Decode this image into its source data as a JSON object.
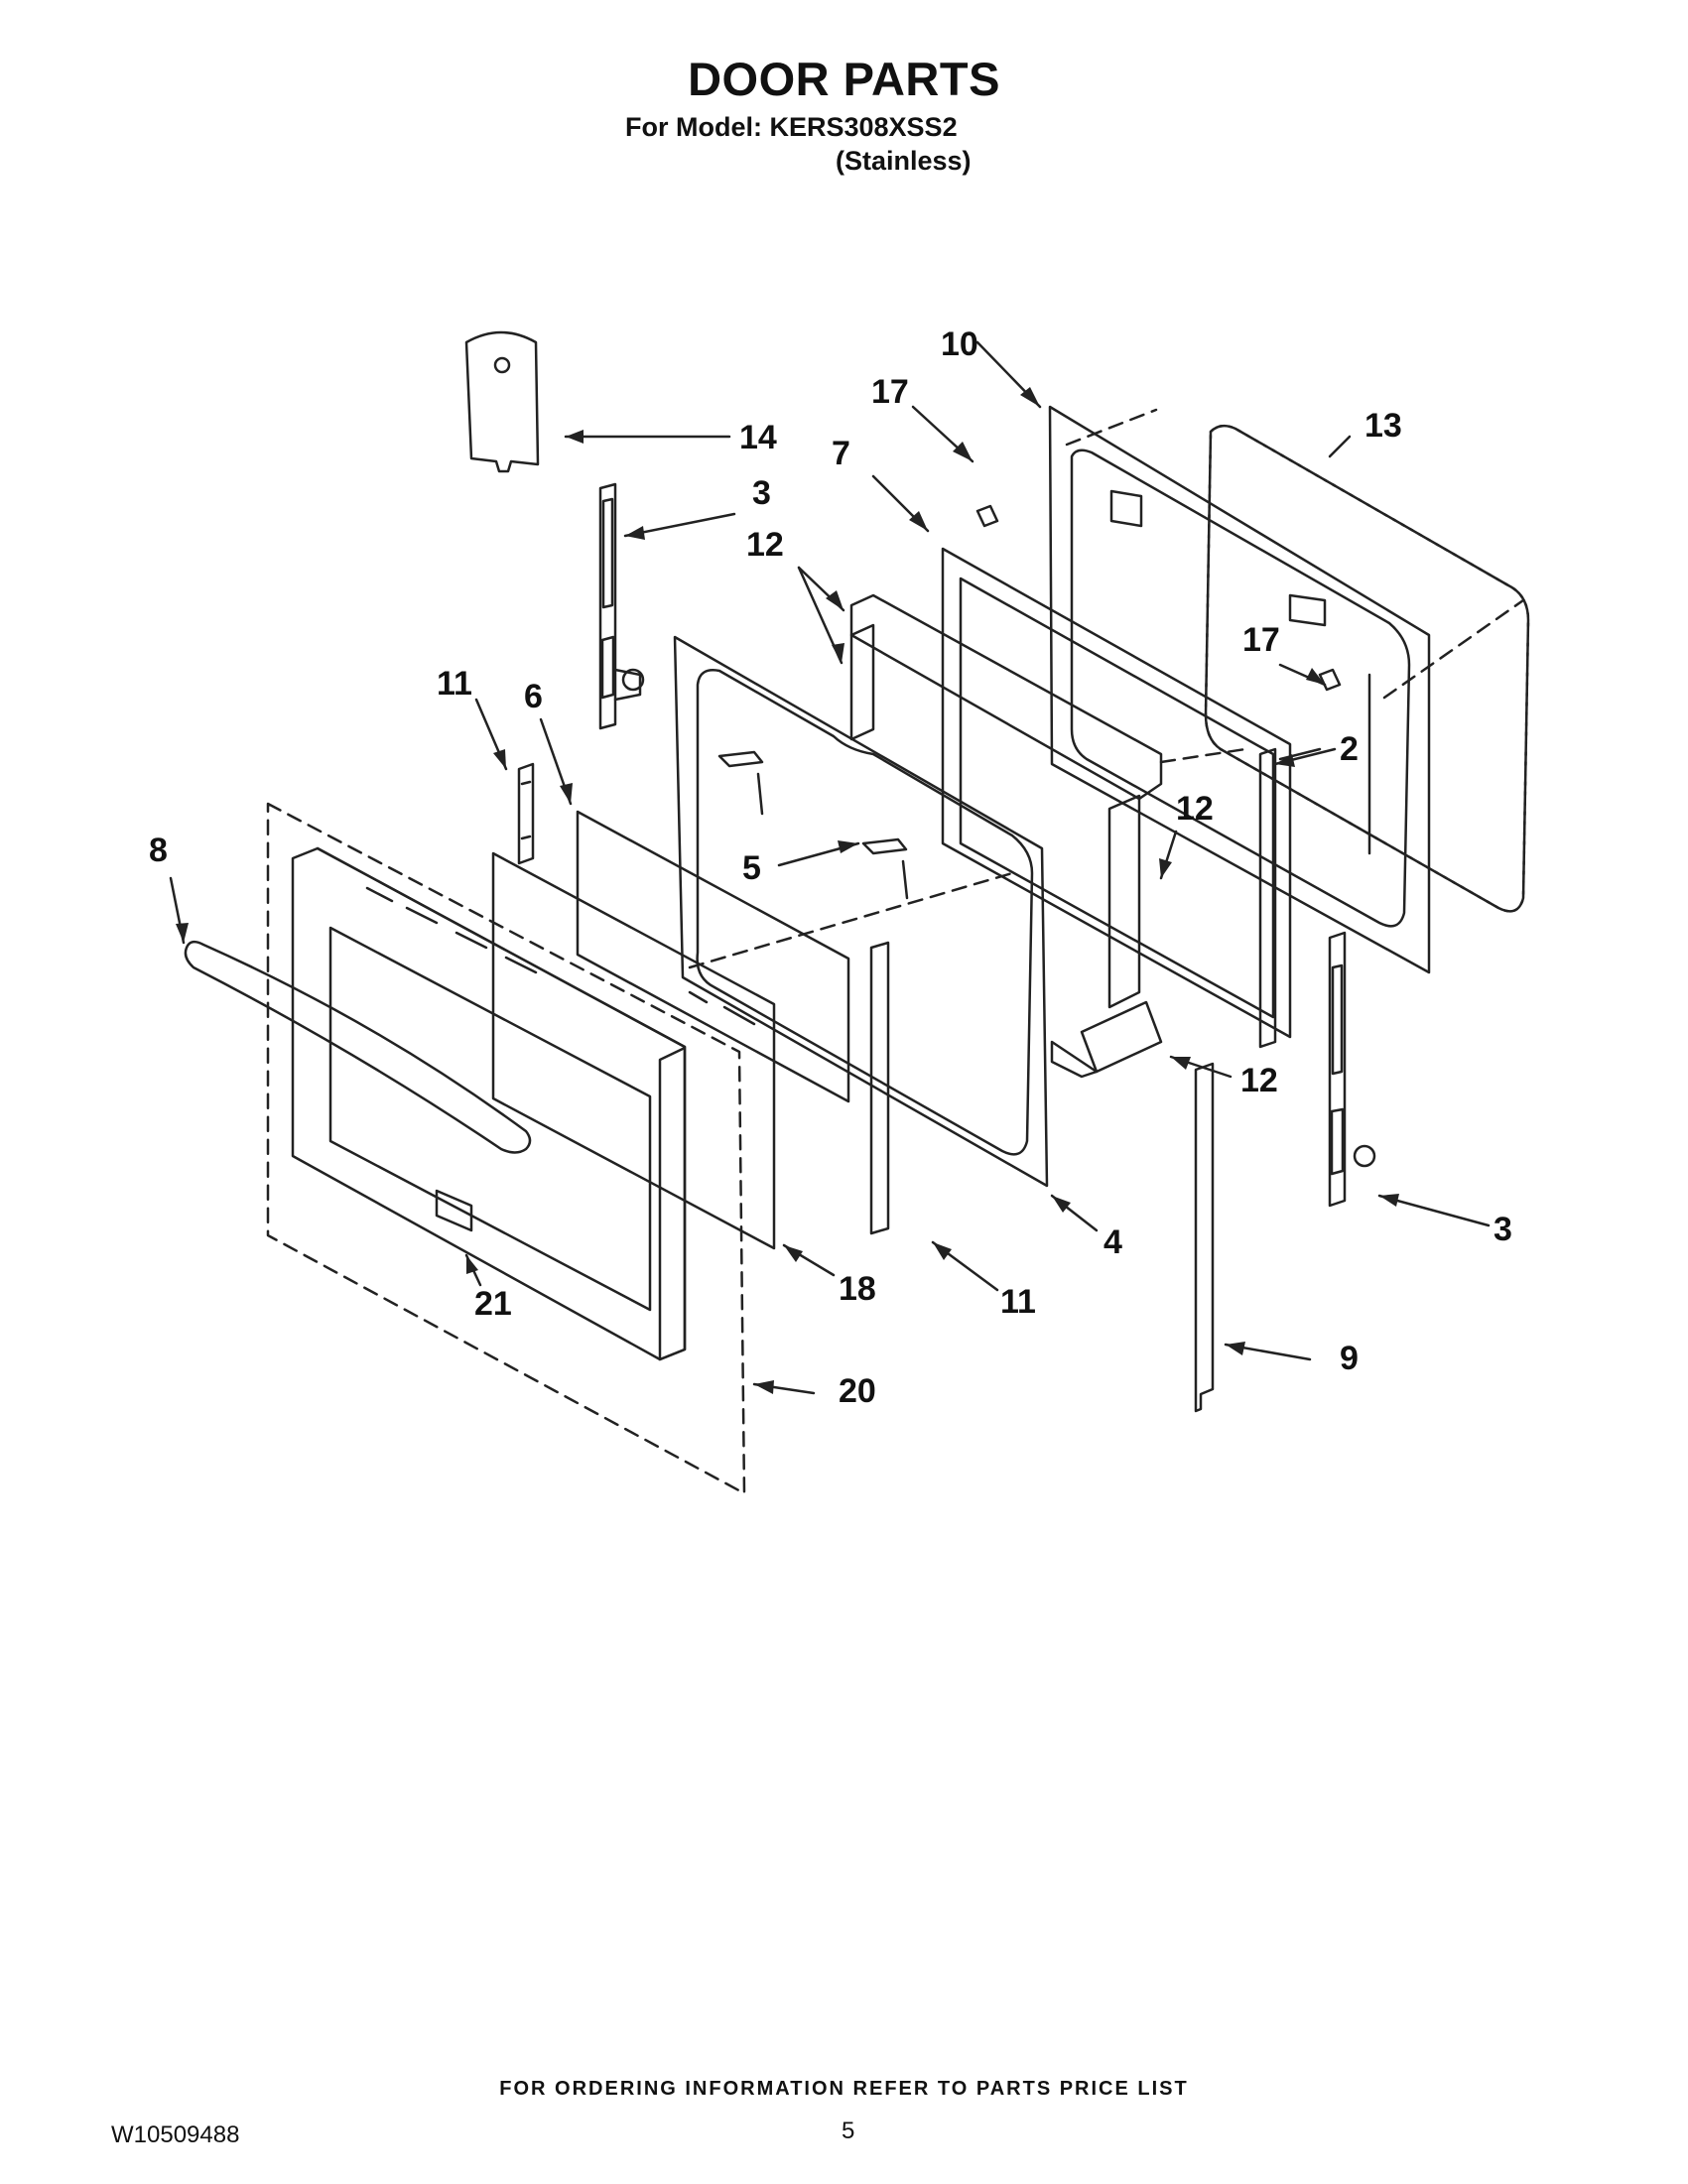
{
  "header": {
    "title": "DOOR PARTS",
    "model_line": "For Model: KERS308XSS2",
    "variant_line": "(Stainless)"
  },
  "callouts": [
    "10",
    "17",
    "13",
    "14",
    "3",
    "7",
    "12",
    "17",
    "11",
    "6",
    "2",
    "8",
    "12",
    "5",
    "12",
    "3",
    "4",
    "11",
    "18",
    "21",
    "9",
    "20"
  ],
  "footer": {
    "note": "FOR ORDERING INFORMATION REFER TO PARTS PRICE LIST",
    "doc_number": "W10509488",
    "page_number": "5"
  },
  "colors": {
    "line": "#222222",
    "background": "#ffffff"
  }
}
